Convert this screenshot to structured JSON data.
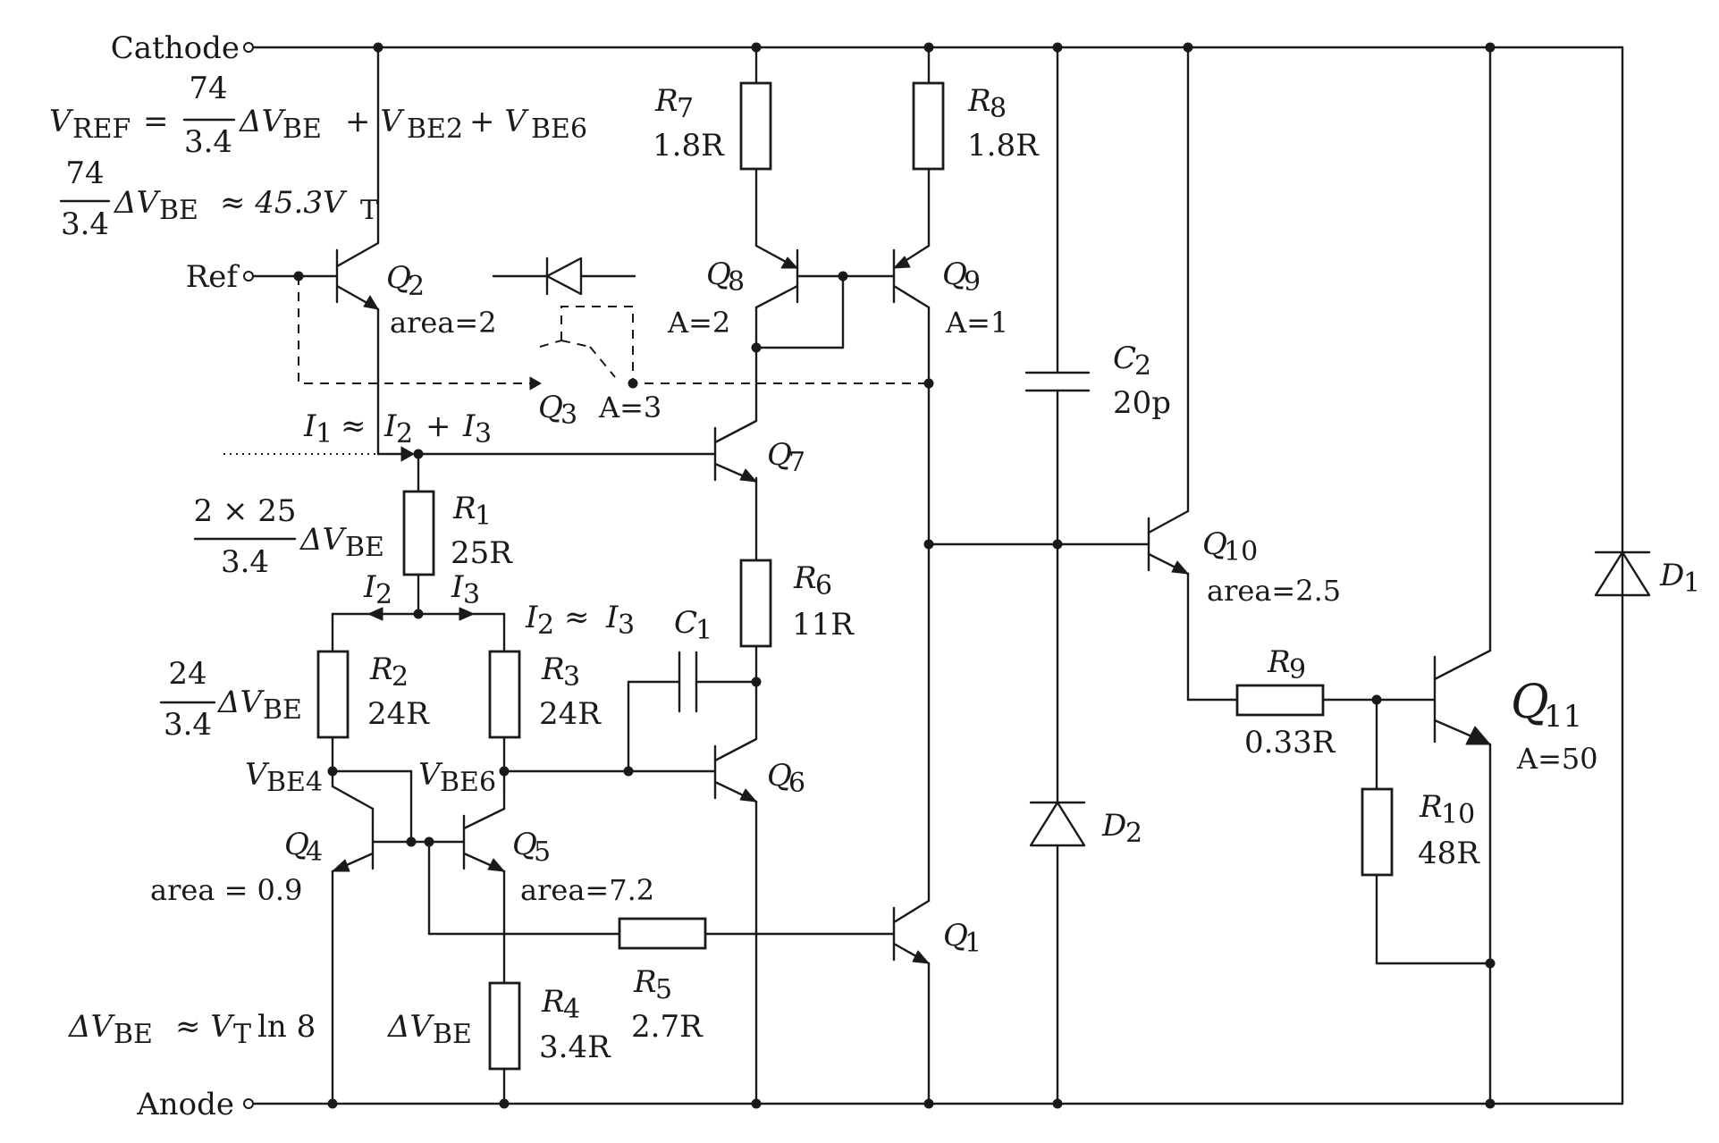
{
  "terminals": {
    "cathode": "Cathode",
    "ref": "Ref",
    "anode": "Anode"
  },
  "equations": {
    "vref": {
      "lhs": "V",
      "lhs_sub": "REF",
      "eq": "=",
      "num": "74",
      "den": "3.4",
      "term": "ΔV",
      "term_sub": "BE",
      "plus1": "+ V",
      "sub1": "BE2",
      "plus2": "+ V",
      "sub2": "BE6"
    },
    "ratio": {
      "num": "74",
      "den": "3.4",
      "term": "ΔV",
      "term_sub": "BE",
      "approx": "≈ 45.3V",
      "approx_sub": "T"
    },
    "r1_drop": {
      "num": "2 × 25",
      "den": "3.4",
      "term": "ΔV",
      "term_sub": "BE"
    },
    "r2_drop": {
      "num": "24",
      "den": "3.4",
      "term": "ΔV",
      "term_sub": "BE"
    },
    "dvbe_def": {
      "lhs": "ΔV",
      "lhs_sub": "BE",
      "rhs": "≈ V",
      "rhs_sub": "T",
      "tail": "ln 8"
    },
    "r4_drop": {
      "lhs": "ΔV",
      "lhs_sub": "BE"
    },
    "vbe4": {
      "base": "V",
      "sub": "BE4"
    },
    "vbe6": {
      "base": "V",
      "sub": "BE6"
    }
  },
  "currents": {
    "i1_main": {
      "a": "I",
      "a_sub": "1",
      "op1": "≈",
      "b": "I",
      "b_sub": "2",
      "op2": "+",
      "c": "I",
      "c_sub": "3"
    },
    "i2": {
      "base": "I",
      "sub": "2"
    },
    "i3": {
      "base": "I",
      "sub": "3"
    },
    "i2_eq_i3": {
      "a": "I",
      "a_sub": "2",
      "op": "≈",
      "b": "I",
      "b_sub": "3"
    }
  },
  "transistors": {
    "q1": {
      "name": "Q",
      "sub": "1"
    },
    "q2": {
      "name": "Q",
      "sub": "2",
      "param": "area=2"
    },
    "q3": {
      "name": "Q",
      "sub": "3",
      "param": "A=3"
    },
    "q4": {
      "name": "Q",
      "sub": "4",
      "param": "area = 0.9"
    },
    "q5": {
      "name": "Q",
      "sub": "5",
      "param": "area=7.2"
    },
    "q6": {
      "name": "Q",
      "sub": "6"
    },
    "q7": {
      "name": "Q",
      "sub": "7"
    },
    "q8": {
      "name": "Q",
      "sub": "8",
      "param": "A=2"
    },
    "q9": {
      "name": "Q",
      "sub": "9",
      "param": "A=1"
    },
    "q10": {
      "name": "Q",
      "sub": "10",
      "param": "area=2.5"
    },
    "q11": {
      "name": "Q",
      "sub": "11",
      "param": "A=50"
    }
  },
  "resistors": {
    "r1": {
      "name": "R",
      "sub": "1",
      "value": "25R"
    },
    "r2": {
      "name": "R",
      "sub": "2",
      "value": "24R"
    },
    "r3": {
      "name": "R",
      "sub": "3",
      "value": "24R"
    },
    "r4": {
      "name": "R",
      "sub": "4",
      "value": "3.4R"
    },
    "r5": {
      "name": "R",
      "sub": "5",
      "value": "2.7R"
    },
    "r6": {
      "name": "R",
      "sub": "6",
      "value": "11R"
    },
    "r7": {
      "name": "R",
      "sub": "7",
      "value": "1.8R"
    },
    "r8": {
      "name": "R",
      "sub": "8",
      "value": "1.8R"
    },
    "r9": {
      "name": "R",
      "sub": "9",
      "value": "0.33R"
    },
    "r10": {
      "name": "R",
      "sub": "10",
      "value": "48R"
    }
  },
  "capacitors": {
    "c1": {
      "name": "C",
      "sub": "1"
    },
    "c2": {
      "name": "C",
      "sub": "2",
      "value": "20p"
    }
  },
  "diodes": {
    "d1": {
      "name": "D",
      "sub": "1"
    },
    "d2": {
      "name": "D",
      "sub": "2"
    }
  }
}
